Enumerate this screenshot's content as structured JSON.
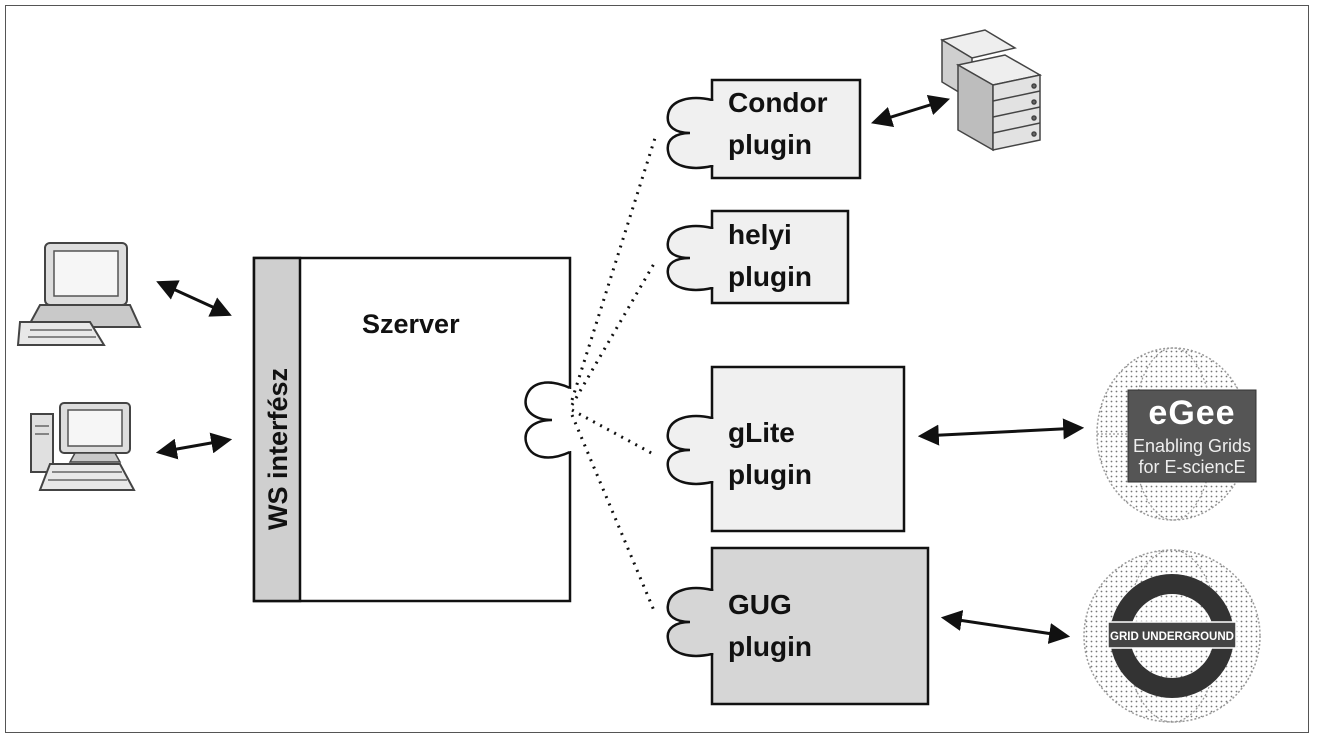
{
  "server": {
    "interface_label": "WS interfész",
    "title": "Szerver"
  },
  "plugins": [
    {
      "line1": "Condor",
      "line2": "plugin"
    },
    {
      "line1": "helyi",
      "line2": "plugin"
    },
    {
      "line1": "gLite",
      "line2": "plugin"
    },
    {
      "line1": "GUG",
      "line2": "plugin"
    }
  ],
  "egee_logo": {
    "name": "eGee",
    "tagline1": "Enabling Grids",
    "tagline2": "for E-sciencE"
  },
  "gug_logo": {
    "text": "GRID UNDERGROUND"
  },
  "icons": [
    "desktop-computer-icon",
    "tower-computer-icon",
    "server-rack-icon",
    "egee-globe-icon",
    "grid-underground-globe-icon"
  ],
  "colors": {
    "interface_bar": "#cfcfcf",
    "plugin_light": "#f0f0f0",
    "plugin_dark": "#d6d6d6",
    "line": "#111111"
  }
}
